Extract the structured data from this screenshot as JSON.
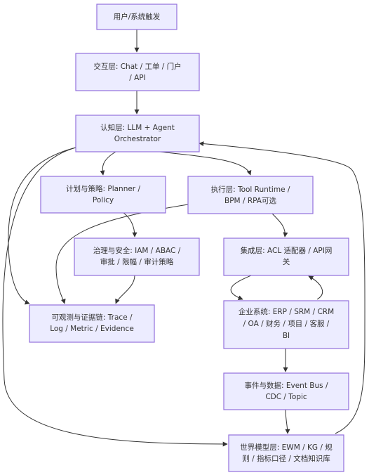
{
  "nodes": {
    "trigger": {
      "lines": [
        "用户/系统触发"
      ]
    },
    "interaction": {
      "lines": [
        "交互层: Chat / 工单 / 门户",
        "/ API"
      ]
    },
    "cognition": {
      "lines": [
        "认知层: LLM + Agent",
        "Orchestrator"
      ]
    },
    "planning": {
      "lines": [
        "计划与策略: Planner /",
        "Policy"
      ]
    },
    "execution": {
      "lines": [
        "执行层: Tool Runtime /",
        "BPM / RPA可选"
      ]
    },
    "governance": {
      "lines": [
        "治理与安全: IAM / ABAC /",
        "审批 / 限幅 / 审计策略"
      ]
    },
    "integration": {
      "lines": [
        "集成层: ACL 适配器 / API网",
        "关"
      ]
    },
    "observability": {
      "lines": [
        "可观测与证据链: Trace /",
        "Log / Metric / Evidence"
      ]
    },
    "enterprise": {
      "lines": [
        "企业系统: ERP / SRM / CRM",
        "/ OA / 财务 / 项目 / 客服 /",
        "BI"
      ]
    },
    "events": {
      "lines": [
        "事件与数据: Event Bus /",
        "CDC / Topic"
      ]
    },
    "world_model": {
      "lines": [
        "世界模型层: EWM / KG / 规",
        "则 / 指标口径 / 文档知识库"
      ]
    }
  },
  "colors": {
    "node_fill": "#ECECFF",
    "node_stroke": "#9370DB",
    "edge": "#333333",
    "text": "#333333"
  }
}
